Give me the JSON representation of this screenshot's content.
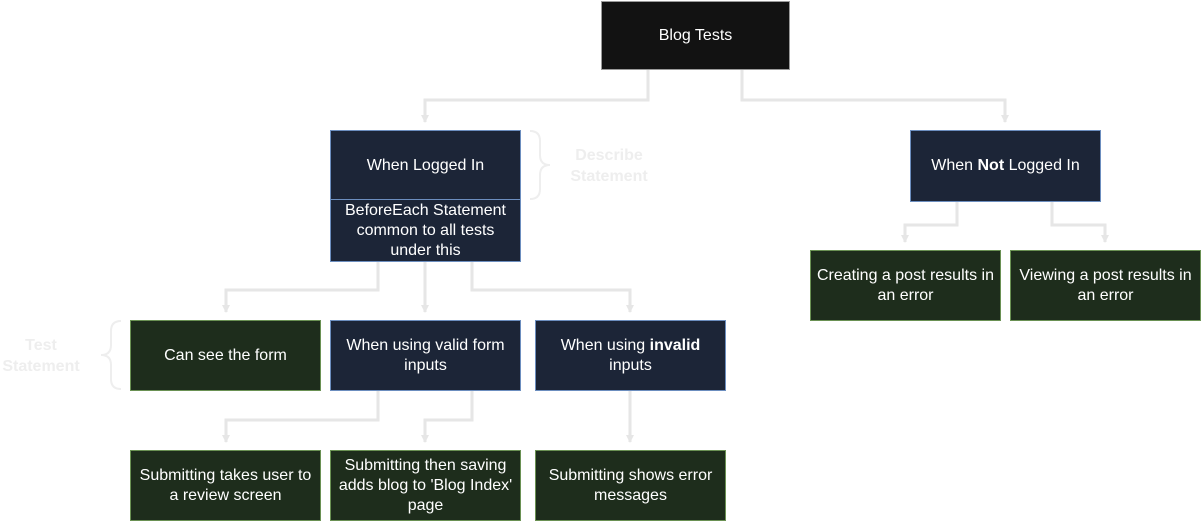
{
  "diagram": {
    "root": {
      "label": "Blog Tests"
    },
    "logged_in": {
      "label": "When Logged In"
    },
    "before_each": {
      "label": "BeforeEach Statement common to all tests under this"
    },
    "not_logged_in": {
      "prefix": "When ",
      "emphasis": "Not",
      "suffix": " Logged In"
    },
    "can_see_form": {
      "label": "Can see the form"
    },
    "valid_inputs": {
      "label": "When using valid form inputs"
    },
    "invalid_inputs": {
      "prefix": "When using ",
      "emphasis": "invalid",
      "suffix": " inputs"
    },
    "creating_post_error": {
      "label": "Creating a post results in an error"
    },
    "viewing_post_error": {
      "label": "Viewing a post results in an error"
    },
    "submit_review": {
      "label": "Submitting takes user to a review screen"
    },
    "submit_save": {
      "label": "Submitting then saving adds blog to 'Blog Index' page"
    },
    "submit_errors": {
      "label": "Submitting shows error messages"
    },
    "describe_note": {
      "label": "Describe Statement"
    },
    "test_note": {
      "label": "Test Statement"
    }
  },
  "colors": {
    "root_fill": "#121212",
    "describe_fill": "#1c2537",
    "test_fill": "#1e2d1c",
    "describe_border": "#6c8ebf",
    "test_border": "#6a9153",
    "connector": "#e6e6e6"
  }
}
